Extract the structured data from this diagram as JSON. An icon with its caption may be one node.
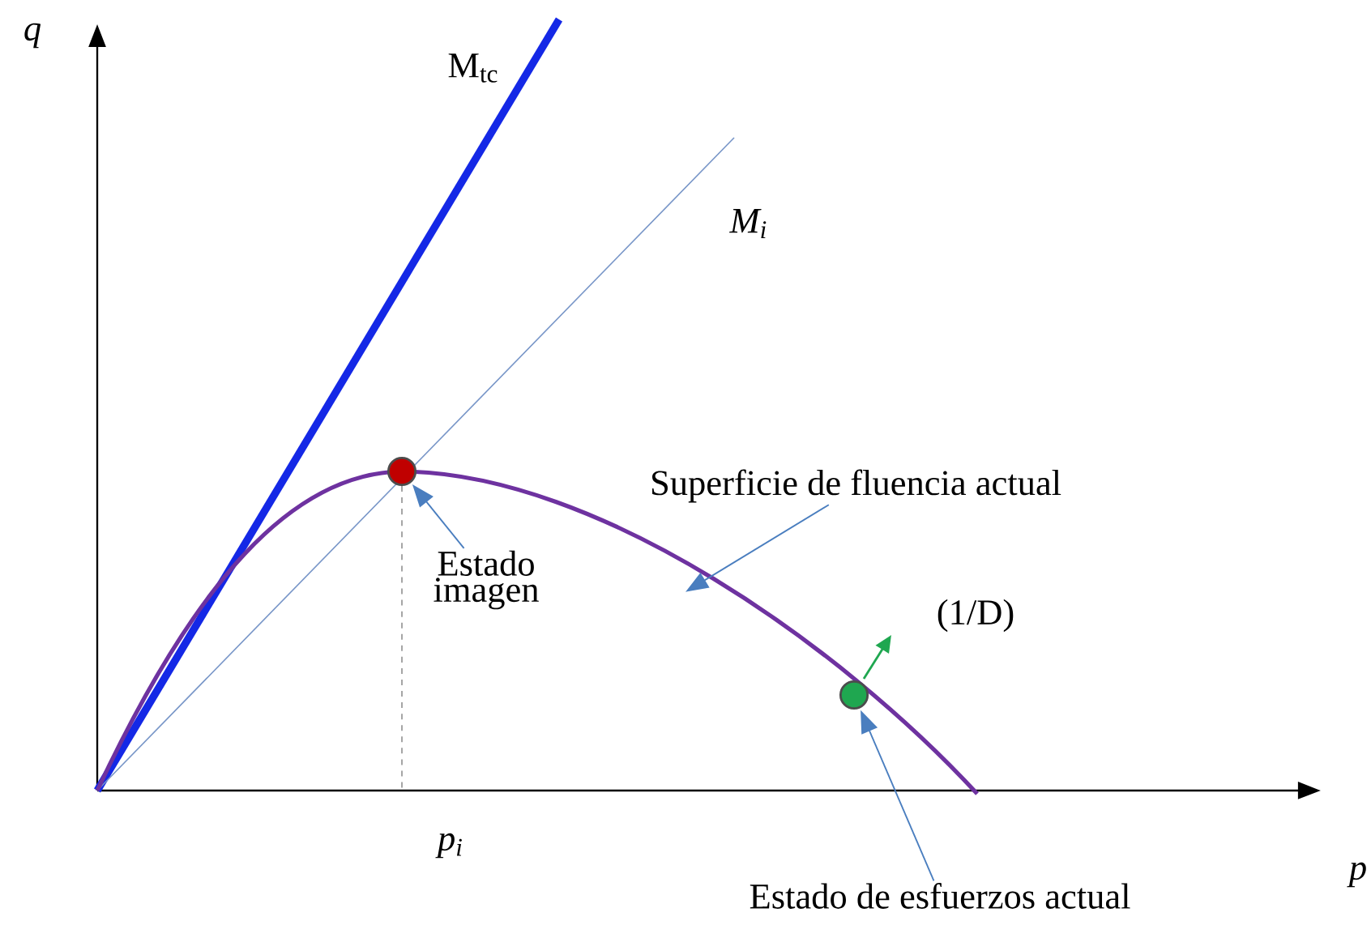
{
  "diagram": {
    "nodes": [
      {
        "text": [
          "Estado imagen"
        ]
      },
      {
        "text": [],
        "shape": "circle"
      },
      {
        "text": [
          "Superficie de fluencia actual"
        ]
      },
      {
        "text": [],
        "shape": "circle"
      },
      {
        "text": [
          "Estado de esfuerzos actual"
        ]
      }
    ],
    "edges": [
      {
        "from": 0,
        "to": 1,
        "arrow": "to"
      },
      {
        "from": 2,
        "to": null,
        "arrow": "to"
      },
      {
        "from": 4,
        "to": 3,
        "arrow": "to"
      }
    ],
    "labels": [
      "q",
      "M$_{tc}$",
      "M$_{i}$",
      "p$_{i}$",
      "p",
      "(1/D)"
    ]
  }
}
